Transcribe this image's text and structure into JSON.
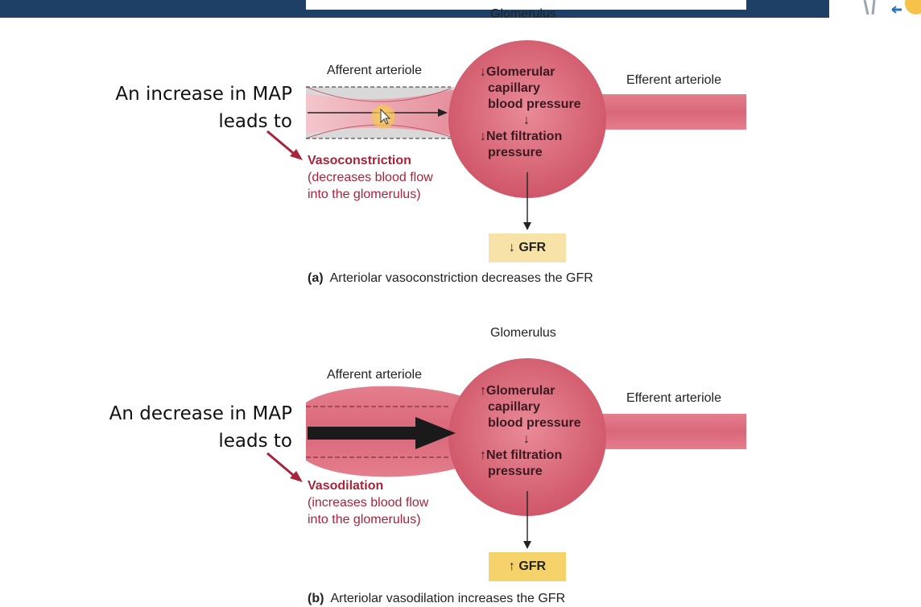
{
  "panel_a": {
    "slide_line1": "An increase in MAP",
    "slide_line2": "leads to",
    "glomerulus": "Glomerulus",
    "afferent": "Afferent arteriole",
    "efferent": "Efferent arteriole",
    "inner": {
      "line1": "↓Glomerular",
      "line2": "capillary",
      "line3": "blood pressure",
      "arrow": "↓",
      "line4": "↓Net filtration",
      "line5": "pressure"
    },
    "effect_title": "Vasoconstriction",
    "effect_line1": "(decreases blood flow",
    "effect_line2": "into the glomerulus)",
    "gfr": "↓ GFR",
    "caption_tag": "(a)",
    "caption_text": "Arteriolar vasoconstriction decreases the GFR"
  },
  "panel_b": {
    "slide_line1": "An decrease in MAP",
    "slide_line2": "leads to",
    "glomerulus": "Glomerulus",
    "afferent": "Afferent arteriole",
    "efferent": "Efferent arteriole",
    "inner": {
      "line1": "↑Glomerular",
      "line2": "capillary",
      "line3": "blood pressure",
      "arrow": "↓",
      "line4": "↑Net filtration",
      "line5": "pressure"
    },
    "effect_title": "Vasodilation",
    "effect_line1": "(increases blood flow",
    "effect_line2": "into the glomerulus)",
    "gfr": "↑ GFR",
    "caption_tag": "(b)",
    "caption_text": "Arteriolar vasodilation increases the GFR"
  },
  "colors": {
    "vessel": "#d9677a",
    "vessel_light": "#eeb0ba",
    "accent_red": "#a8243a",
    "gfr_a": "#f7e2a8",
    "gfr_b": "#f6d36a",
    "header": "#1e3f66"
  }
}
